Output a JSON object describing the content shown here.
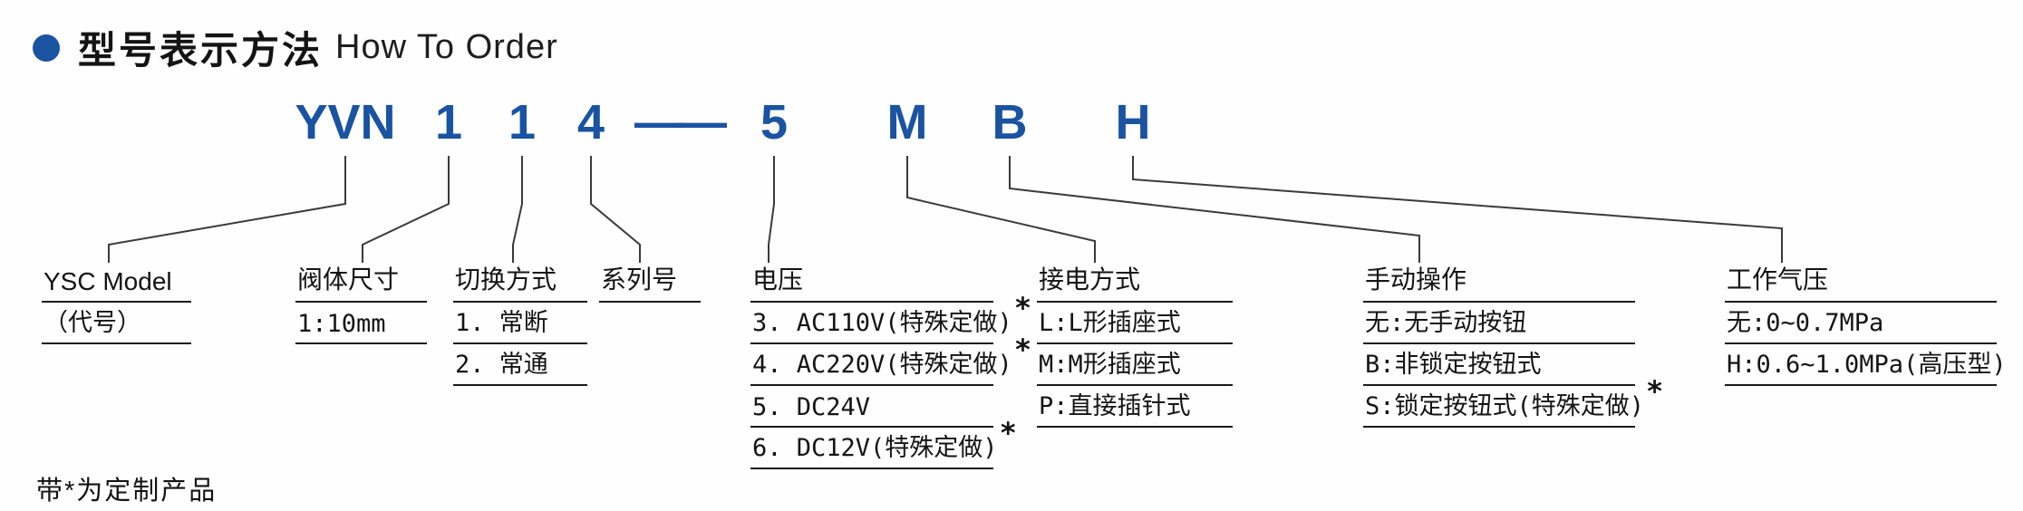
{
  "title": {
    "heading_zh": "型号表示方法",
    "heading_en": "How To Order"
  },
  "code": {
    "model": "YVN",
    "body_size": "1",
    "switch_type": "1",
    "series": "4",
    "dash": "——",
    "voltage": "5",
    "electrical": "M",
    "manual": "B",
    "pressure": "H"
  },
  "columns": {
    "model": {
      "header": "YSC Model",
      "rows": [
        {
          "text": "（代号）"
        }
      ]
    },
    "body_size": {
      "header": "阀体尺寸",
      "rows": [
        {
          "text": "1:10mm"
        }
      ]
    },
    "switch_type": {
      "header": "切换方式",
      "rows": [
        {
          "text": "1. 常断"
        },
        {
          "text": "2. 常通"
        }
      ]
    },
    "series": {
      "header": "系列号",
      "rows": []
    },
    "voltage": {
      "header": "电压",
      "rows": [
        {
          "text": "3. AC110V(特殊定做)",
          "star": "*"
        },
        {
          "text": "4. AC220V(特殊定做)",
          "star": "*"
        },
        {
          "text": "5. DC24V"
        },
        {
          "text": "6. DC12V(特殊定做)",
          "star": "*"
        }
      ]
    },
    "electrical": {
      "header": "接电方式",
      "rows": [
        {
          "text": "L:L形插座式"
        },
        {
          "text": "M:M形插座式"
        },
        {
          "text": "P:直接插针式"
        }
      ]
    },
    "manual": {
      "header": "手动操作",
      "rows": [
        {
          "text": "无:无手动按钮"
        },
        {
          "text": "B:非锁定按钮式"
        },
        {
          "text": "S:锁定按钮式(特殊定做)",
          "star": "*"
        }
      ]
    },
    "pressure": {
      "header": "工作气压",
      "rows": [
        {
          "text": "无:0~0.7MPa"
        },
        {
          "text": "H:0.6~1.0MPa(高压型)"
        }
      ]
    }
  },
  "footnote": "带*为定制产品",
  "colors": {
    "accent_blue": "#1a53a1",
    "line": "#3a3a3a",
    "text": "#141414"
  }
}
